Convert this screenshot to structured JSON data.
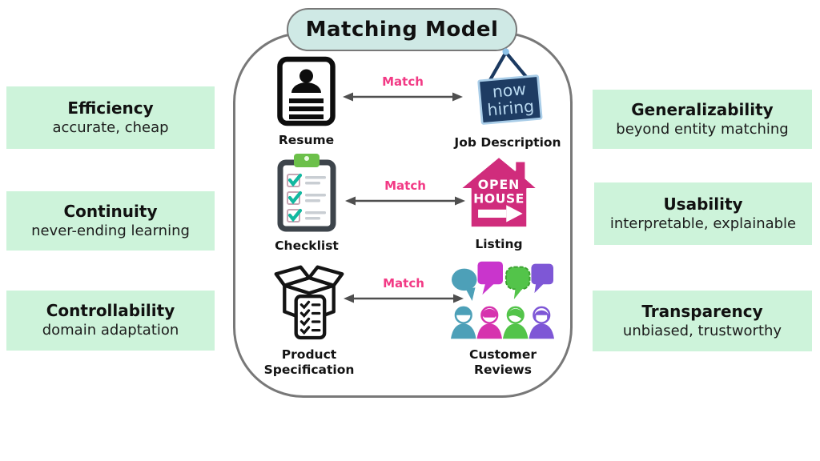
{
  "title": "Matching Model",
  "benefits": {
    "left": [
      {
        "title": "Efficiency",
        "subtitle": "accurate, cheap"
      },
      {
        "title": "Continuity",
        "subtitle": "never-ending learning"
      },
      {
        "title": "Controllability",
        "subtitle": "domain adaptation"
      }
    ],
    "right": [
      {
        "title": "Generalizability",
        "subtitle": "beyond entity matching"
      },
      {
        "title": "Usability",
        "subtitle": "interpretable, explainable"
      },
      {
        "title": "Transparency",
        "subtitle": "unbiased, trustworthy"
      }
    ]
  },
  "rows": [
    {
      "left_label": "Resume",
      "match_label": "Match",
      "right_label": "Job Description",
      "sign_text_line1": "now",
      "sign_text_line2": "hiring"
    },
    {
      "left_label": "Checklist",
      "match_label": "Match",
      "right_label": "Listing",
      "house_text_line1": "OPEN",
      "house_text_line2": "HOUSE"
    },
    {
      "left_label": "Product Specification",
      "match_label": "Match",
      "right_label": "Customer Reviews"
    }
  ],
  "icons": {
    "left": [
      "resume-icon",
      "checklist-icon",
      "product-box-icon"
    ],
    "right": [
      "now-hiring-sign-icon",
      "open-house-icon",
      "customer-reviews-icon"
    ]
  },
  "colors": {
    "benefit_green": "#cdf3da",
    "pill_teal": "#cfe9e5",
    "match_pink": "#f23a85",
    "arrow_gray": "#4f4f4f",
    "sign_navy": "#1e3c63",
    "sign_light_blue": "#b8d8ef",
    "house_pink": "#d02c7c",
    "clip_green": "#6cc04a",
    "check_teal": "#12b8a0",
    "review_teal": "#4da0b8",
    "review_magenta": "#d633ae",
    "review_green": "#53c44a",
    "review_purple": "#7e57d6"
  }
}
